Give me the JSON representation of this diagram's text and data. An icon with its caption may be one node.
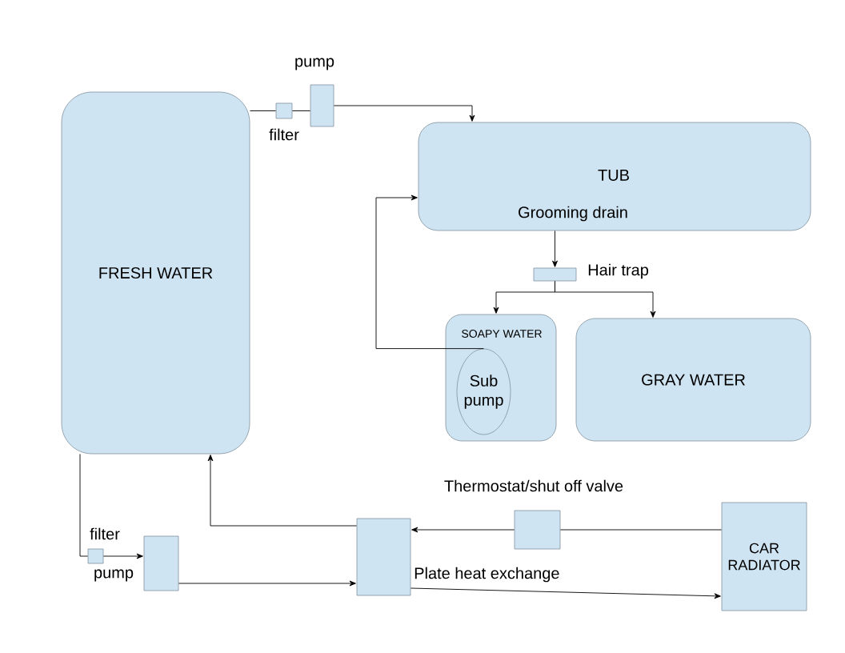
{
  "diagram": {
    "nodes": [
      {
        "text": [
          "FRESH WATER"
        ]
      },
      {
        "text": [],
        "shape": "box",
        "beside": [
          "filter"
        ]
      },
      {
        "text": [],
        "shape": "box",
        "beside": [
          "pump"
        ]
      },
      {
        "text": [
          "TUB",
          "Grooming drain"
        ]
      },
      {
        "text": [],
        "shape": "box",
        "beside": [
          "Hair trap"
        ]
      },
      {
        "text": [
          "SOAPY WATER"
        ]
      },
      {
        "text": [
          "Sub pump"
        ],
        "in": 5
      },
      {
        "text": [
          "GRAY WATER"
        ]
      },
      {
        "text": [],
        "shape": "box",
        "beside": [
          "filter"
        ]
      },
      {
        "text": [],
        "shape": "box",
        "beside": [
          "pump"
        ]
      },
      {
        "text": [],
        "shape": "box",
        "beside": [
          "Plate heat exchange"
        ]
      },
      {
        "text": [],
        "shape": "box",
        "beside": [
          "Thermostat/shut off valve"
        ]
      },
      {
        "text": [
          "CAR RADIATOR"
        ]
      }
    ],
    "edges": [
      {
        "from": 0,
        "to": 1,
        "arrow": "none"
      },
      {
        "from": 1,
        "to": 2,
        "arrow": "none"
      },
      {
        "from": 2,
        "to": 3,
        "arrow": "to"
      },
      {
        "from": 3,
        "to": 4,
        "arrow": "to"
      },
      {
        "from": 4,
        "to": 5,
        "arrow": "to"
      },
      {
        "from": 4,
        "to": 7,
        "arrow": "to"
      },
      {
        "from": 6,
        "to": 3,
        "arrow": "to"
      },
      {
        "from": 0,
        "to": 8,
        "arrow": "none"
      },
      {
        "from": 8,
        "to": 9,
        "arrow": "to"
      },
      {
        "from": 9,
        "to": 10,
        "arrow": "to"
      },
      {
        "from": 10,
        "to": 0,
        "arrow": "to"
      },
      {
        "from": 12,
        "to": 11,
        "arrow": "none"
      },
      {
        "from": 11,
        "to": 10,
        "arrow": "to"
      },
      {
        "from": 10,
        "to": 12,
        "arrow": "to"
      }
    ]
  }
}
